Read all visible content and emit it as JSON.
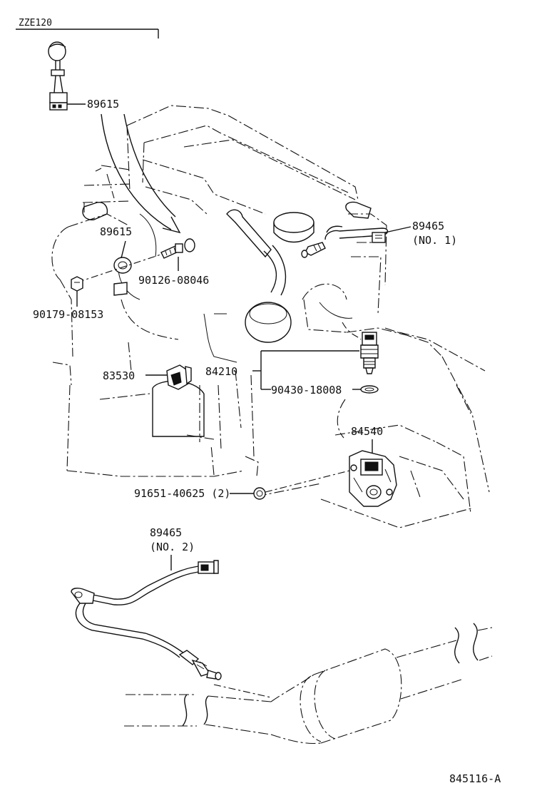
{
  "model_code": "ZZE120",
  "parts": {
    "knock_sensor_top": "89615",
    "knock_sensor_engine": "89615",
    "bolt_90126": "90126-08046",
    "bolt_90179": "90179-08153",
    "oxygen_sensor_no1": {
      "part": "89465",
      "position": "(NO. 1)"
    },
    "oil_pressure_switch": "83530",
    "water_temp_sensor": "84210",
    "gasket_90430": "90430-18008",
    "neutral_start_switch": "84540",
    "bolt_91651": "91651-40625 (2)",
    "oxygen_sensor_no2": {
      "part": "89465",
      "position": "(NO. 2)"
    }
  },
  "diagram_id": "845116-A"
}
